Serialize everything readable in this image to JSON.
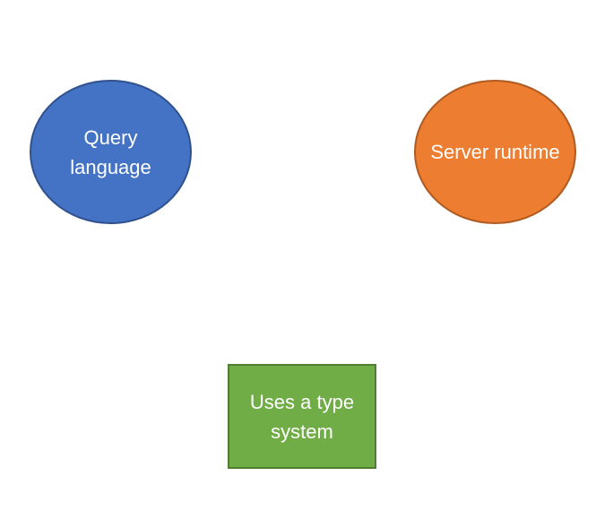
{
  "nodes": {
    "query_language": {
      "label": "Query language",
      "shape": "ellipse",
      "fill": "#4472c4",
      "stroke": "#2f528f"
    },
    "server_runtime": {
      "label": "Server runtime",
      "shape": "ellipse",
      "fill": "#ed7d31",
      "stroke": "#ae5a21"
    },
    "type_system": {
      "label": "Uses a type system",
      "shape": "rectangle",
      "fill": "#70ad47",
      "stroke": "#507e32"
    }
  }
}
